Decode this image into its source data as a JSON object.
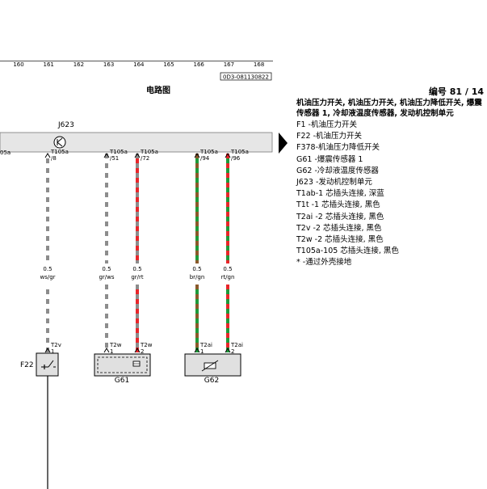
{
  "ruler": {
    "ticks": [
      "160",
      "161",
      "162",
      "163",
      "164",
      "165",
      "166",
      "167",
      "168"
    ],
    "ref_code": "0D3-081130822"
  },
  "diagram_title": "电路图",
  "doc_number": "编号  81 / 14",
  "legend": {
    "title": "机油压力开关, 机油压力开关, 机油压力降低开关, 爆震传感器 1, 冷却液温度传感器, 发动机控制单元",
    "items": [
      "F1    -机油压力开关",
      "F22  -机油压力开关",
      "F378-机油压力降低开关",
      "G61  -爆震传感器 1",
      "G62  -冷却液温度传感器",
      "J623 -发动机控制单元",
      "T1ab-1 芯插头连接, 深蓝",
      "T1t   -1 芯插头连接, 黑色",
      "T2ai  -2 芯插头连接, 黑色",
      "T2v   -2 芯插头连接, 黑色",
      "T2w  -2 芯插头连接, 黑色",
      "T105a-105 芯插头连接, 黑色",
      "*       -通过外壳接地"
    ]
  },
  "control_unit": {
    "label": "J623",
    "connector_left_fragment": "05a"
  },
  "pins": [
    {
      "connector": "T105a",
      "pin": "/8"
    },
    {
      "connector": "T105a",
      "pin": "/51"
    },
    {
      "connector": "T105a",
      "pin": "/72"
    },
    {
      "connector": "T105a",
      "pin": "/94"
    },
    {
      "connector": "T105a",
      "pin": "/96"
    }
  ],
  "wires": [
    {
      "size": "0.5",
      "color": "ws/gr"
    },
    {
      "size": "0.5",
      "color": "gr/ws"
    },
    {
      "size": "0.5",
      "color": "gr/rt"
    },
    {
      "size": "0.5",
      "color": "br/gn"
    },
    {
      "size": "0.5",
      "color": "rt/gn"
    }
  ],
  "connectors": [
    {
      "name": "T2v",
      "pin": "1"
    },
    {
      "name": "T2w",
      "pin": "1"
    },
    {
      "name": "T2w",
      "pin": "2"
    },
    {
      "name": "T2ai",
      "pin": "1"
    },
    {
      "name": "T2ai",
      "pin": "2"
    }
  ],
  "components": {
    "f22": "F22",
    "g61": "G61",
    "g62": "G62"
  },
  "colors": {
    "ws": "#ffffff",
    "gr": "#8c8c8c",
    "rt": "#e8262a",
    "br": "#8a5a2b",
    "gn": "#1e9a3a",
    "bar_fill": "#e6e6e6",
    "component_fill": "#e0e0e0"
  }
}
